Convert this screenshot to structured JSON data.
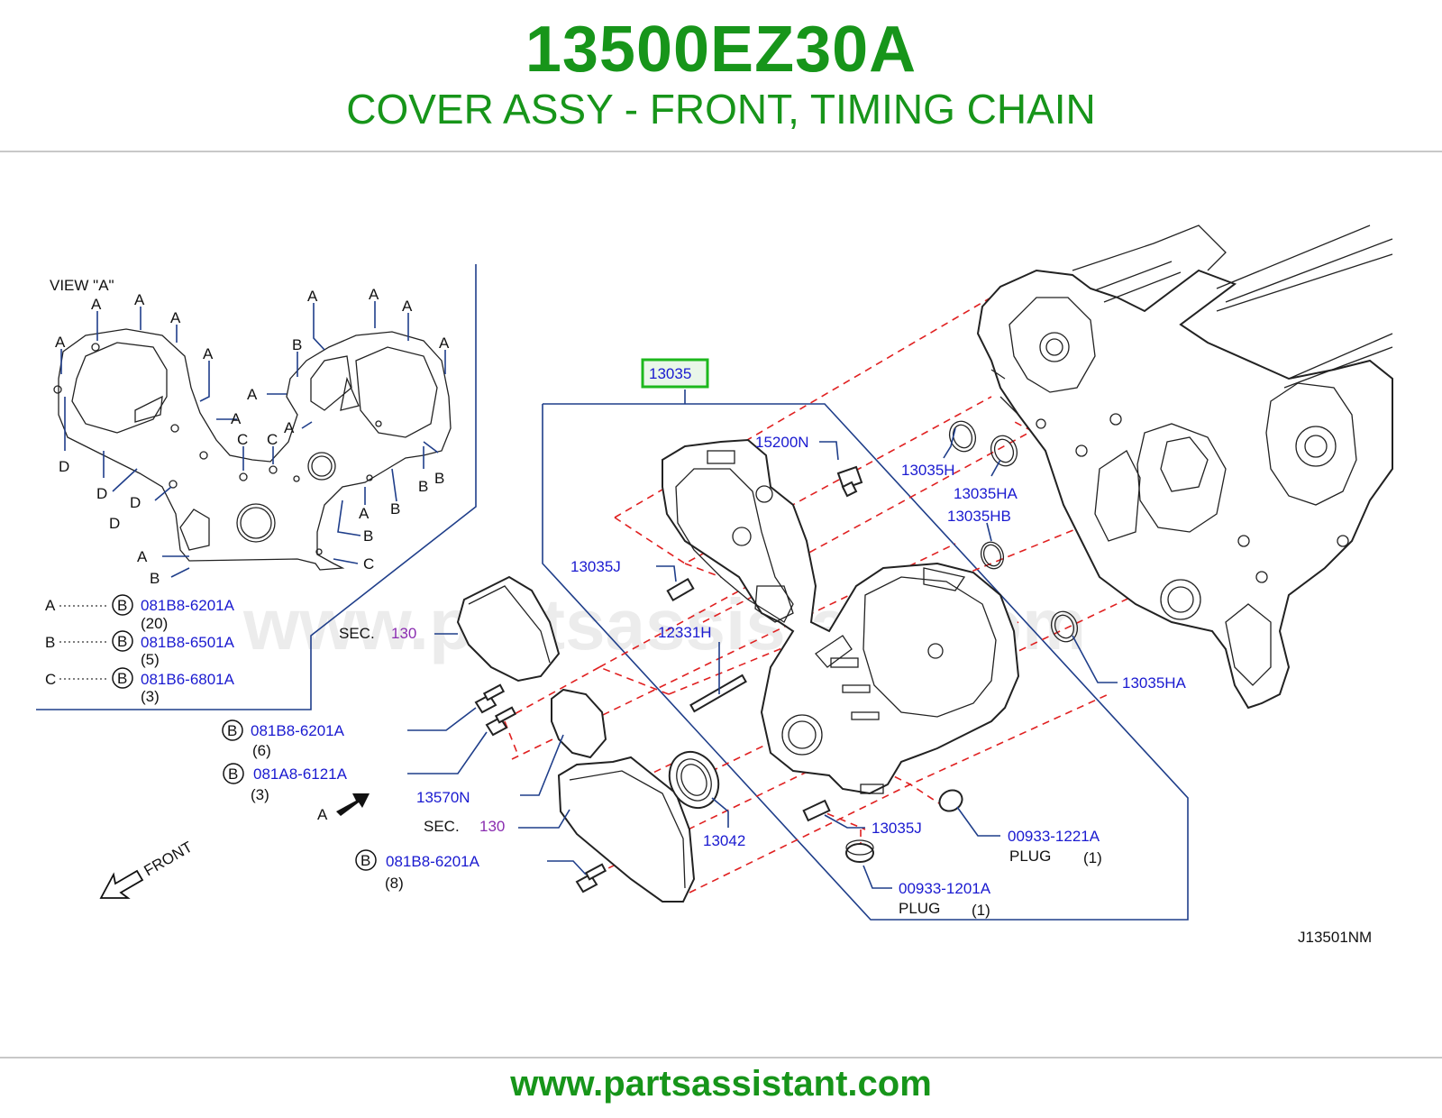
{
  "header": {
    "part_number": "13500EZ30A",
    "description": "COVER ASSY - FRONT, TIMING CHAIN"
  },
  "footer": {
    "url": "www.partsassistant.com"
  },
  "watermark": "www.partsassistant.com",
  "colors": {
    "brand_green": "#17951a",
    "callout_blue": "#1a1ad0",
    "leader_line": "#1f3e8a",
    "dashed_guide": "#e02020",
    "highlight_box": "#1db81d"
  },
  "view_a": {
    "title": "VIEW \"A\"",
    "legend": [
      {
        "key": "A",
        "badge": "B",
        "part": "081B8-6201A",
        "qty": "(20)"
      },
      {
        "key": "B",
        "badge": "B",
        "part": "081B8-6501A",
        "qty": "(5)"
      },
      {
        "key": "C",
        "badge": "B",
        "part": "081B6-6801A",
        "qty": "(3)"
      }
    ],
    "letters": {
      "a": "A",
      "b": "B",
      "c": "C",
      "d": "D"
    }
  },
  "callouts": {
    "highlighted": "13035",
    "c15200n": "15200N",
    "c13035h": "13035H",
    "c13035ha_1": "13035HA",
    "c13035hb": "13035HB",
    "c13035j_1": "13035J",
    "c12331h": "12331H",
    "c13035ha_2": "13035HA",
    "c13570n": "13570N",
    "c13042": "13042",
    "c13035j_2": "13035J",
    "plug_1": {
      "part": "00933-1221A",
      "label": "PLUG",
      "qty": "(1)"
    },
    "plug_2": {
      "part": "00933-1201A",
      "label": "PLUG",
      "qty": "(1)"
    },
    "sec_1": {
      "label": "SEC.",
      "num": "130"
    },
    "sec_2": {
      "label": "SEC.",
      "num": "130"
    },
    "bolt_1": {
      "badge": "B",
      "part": "081B8-6201A",
      "qty": "(6)"
    },
    "bolt_2": {
      "badge": "B",
      "part": "081A8-6121A",
      "qty": "(3)"
    },
    "bolt_3": {
      "badge": "B",
      "part": "081B8-6201A",
      "qty": "(8)"
    },
    "view_arrow": "A",
    "front": "FRONT",
    "diagram_code": "J13501NM"
  }
}
